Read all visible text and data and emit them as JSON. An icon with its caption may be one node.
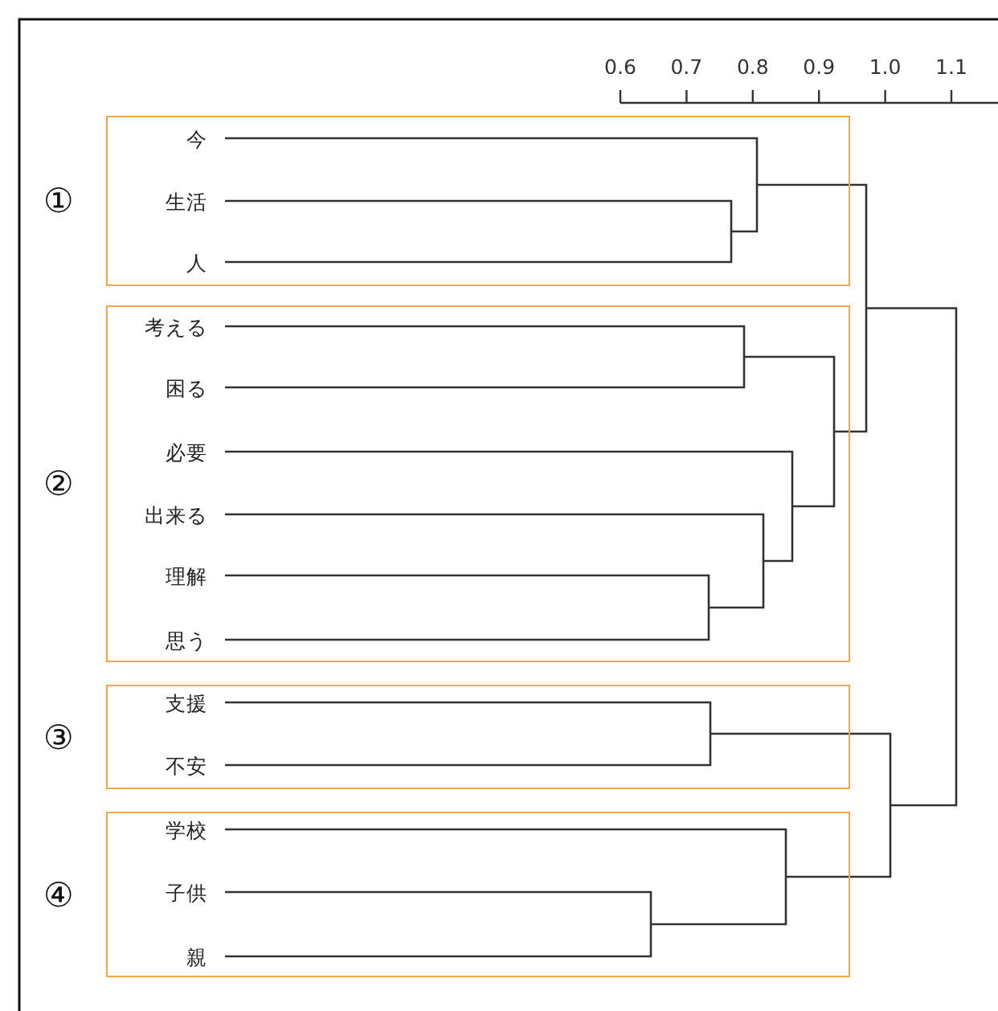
{
  "diagram": {
    "nodes": [
      {
        "text": [],
        "shape": "box",
        "beside": [
          "①"
        ]
      },
      {
        "text": [
          "今"
        ],
        "in": 0
      },
      {
        "text": [
          "生活"
        ],
        "in": 0
      },
      {
        "text": [
          "人"
        ],
        "in": 0
      },
      {
        "text": [],
        "shape": "box",
        "beside": [
          "②"
        ]
      },
      {
        "text": [
          "考える"
        ],
        "in": 4
      },
      {
        "text": [
          "困る"
        ],
        "in": 4
      },
      {
        "text": [
          "必要"
        ],
        "in": 4
      },
      {
        "text": [
          "出来る"
        ],
        "in": 4
      },
      {
        "text": [
          "理解"
        ],
        "in": 4
      },
      {
        "text": [
          "思う"
        ],
        "in": 4
      },
      {
        "text": [],
        "shape": "box",
        "beside": [
          "③"
        ]
      },
      {
        "text": [
          "支援"
        ],
        "in": 11
      },
      {
        "text": [
          "不安"
        ],
        "in": 11
      },
      {
        "text": [],
        "shape": "box",
        "beside": [
          "④"
        ]
      },
      {
        "text": [
          "学校"
        ],
        "in": 14
      },
      {
        "text": [
          "子供"
        ],
        "in": 14
      },
      {
        "text": [
          "親"
        ],
        "in": 14
      }
    ],
    "labels": [
      "0.6",
      "0.7",
      "0.8",
      "0.9",
      "1.0",
      "1.1"
    ]
  }
}
